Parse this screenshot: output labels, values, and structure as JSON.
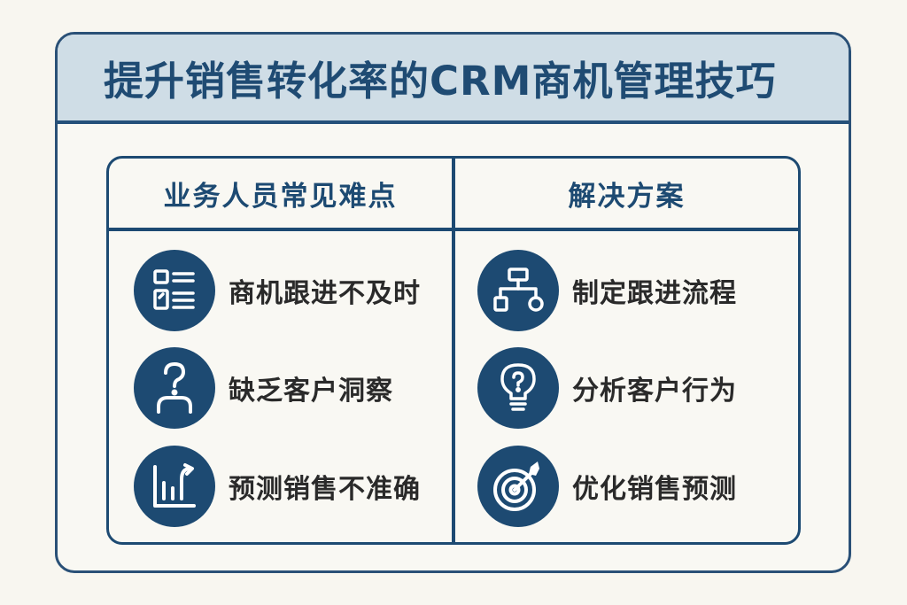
{
  "title": "提升销售转化率的CRM商机管理技巧",
  "colors": {
    "background": "#f8f6f0",
    "title_bar": "#cfdde6",
    "accent": "#1d4a72",
    "text": "#2a2a2a"
  },
  "columns": {
    "left": {
      "heading": "业务人员常见难点",
      "items": [
        {
          "label": "商机跟进不及时",
          "icon": "checklist-icon"
        },
        {
          "label": "缺乏客户洞察",
          "icon": "question-person-icon"
        },
        {
          "label": "预测销售不准确",
          "icon": "bar-chart-arrow-icon"
        }
      ]
    },
    "right": {
      "heading": "解决方案",
      "items": [
        {
          "label": "制定跟进流程",
          "icon": "flowchart-icon"
        },
        {
          "label": "分析客户行为",
          "icon": "lightbulb-question-icon"
        },
        {
          "label": "优化销售预测",
          "icon": "target-arrow-icon"
        }
      ]
    }
  }
}
